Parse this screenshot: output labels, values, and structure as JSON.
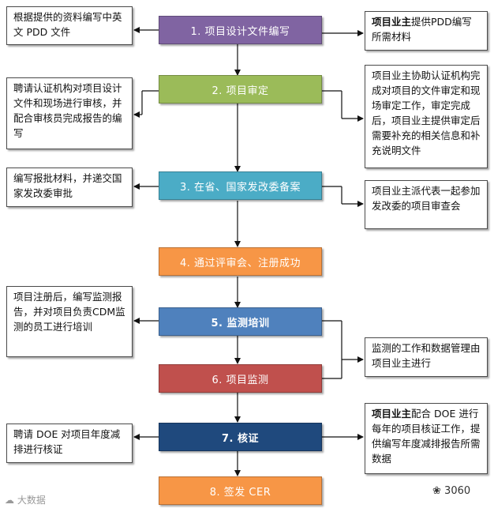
{
  "steps": [
    {
      "label": "1. 项目设计文件编写",
      "color": "#8064a2"
    },
    {
      "label": "2. 项目审定",
      "color": "#9bbb59"
    },
    {
      "label": "3. 在省、国家发改委备案",
      "color": "#4bacc6"
    },
    {
      "label": "4. 通过评审会、注册成功",
      "color": "#f79646"
    },
    {
      "label": "5. 监测培训",
      "color": "#4f81bd"
    },
    {
      "label": "6. 项目监测",
      "color": "#c0504d"
    },
    {
      "label": "7. 核证",
      "color": "#1f497d"
    },
    {
      "label": "8. 签发 CER",
      "color": "#f79646"
    }
  ],
  "left_notes": {
    "n1": "根据提供的资料编写中英文 PDD 文件",
    "n2": "聘请认证机构对项目设计文件和现场进行审核，并配合审核员完成报告的编写",
    "n3": "编写报批材料，并递交国家发改委审批",
    "n5": "项目注册后，编写监测报告，并对项目负责CDM监测的员工进行培训",
    "n7": "聘请 DOE 对项目年度减排进行核证"
  },
  "right_notes": {
    "r1_bold": "项目业主",
    "r1_rest": "提供PDD编写所需材料",
    "r2": "项目业主协助认证机构完成对项目的文件审定和现场审定工作，审定完成后，项目业主提供审定后需要补充的相关信息和补充说明文件",
    "r3": "项目业主派代表一起参加发改委的项目审查会",
    "r56": "监测的工作和数据管理由项目业主进行",
    "r7_bold": "项目业主",
    "r7_rest": "配合 DOE 进行每年的项目核证工作，提供编写年度减排报告所需数据"
  },
  "watermarks": {
    "left": "大数据",
    "right": "3060"
  }
}
